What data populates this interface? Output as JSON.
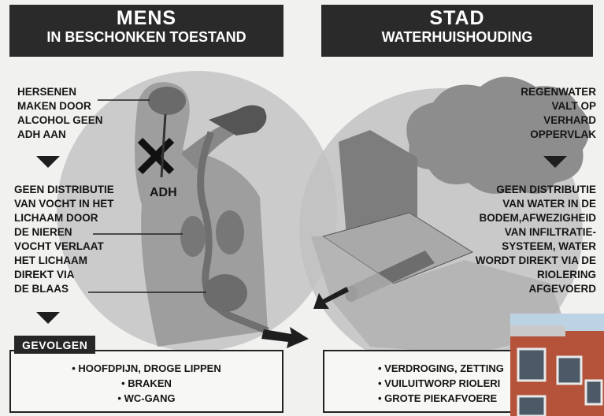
{
  "left_panel": {
    "title": "MENS",
    "subtitle": "IN BESCHONKEN TOESTAND",
    "hersenen_label": [
      "HERSENEN",
      "MAKEN DOOR",
      "ALCOHOL GEEN",
      "ADH AAN"
    ],
    "adh_label": "ADH",
    "distributie_label": [
      "GEEN DISTRIBUTIE",
      "VAN VOCHT IN HET",
      "LICHAAM DOOR"
    ],
    "nieren_prefix": "DE",
    "nieren_word": "NIEREN",
    "vocht_label": [
      "VOCHT VERLAAT",
      "HET LICHAAM",
      "DIREKT VIA"
    ],
    "blaas_prefix": "DE",
    "blaas_word": "BLAAS",
    "gevolgen_title": "GEVOLGEN",
    "gevolgen_items": [
      "HOOFDPIJN, DROGE LIPPEN",
      "BRAKEN",
      "WC-GANG"
    ]
  },
  "right_panel": {
    "title": "STAD",
    "subtitle": "WATERHUISHOUDING",
    "regenwater_label": [
      "REGENWATER",
      "VALT OP",
      "VERHARD",
      "OPPERVLAK"
    ],
    "distributie_lines": [
      "GEEN DISTRIBUTIE",
      "VAN WATER IN DE",
      "BODEM,AFWEZIGHEID"
    ],
    "infiltratie_prefix": "VAN",
    "infiltratie_word": "INFILTRATIE-",
    "systeem_word": "SYSTEEM,",
    "systeem_suffix": "WATER",
    "direkt_line": "WORDT DIREKT VIA DE",
    "riolering_word": "RIOLERING",
    "afgevoerd_line": "AFGEVOERD",
    "gevolgen_items": [
      "VERDROGING, ZETTING",
      "VUILUITWORP RIOLERI",
      "GROTE PIEKAFVOERE"
    ]
  },
  "colors": {
    "banner": "#2a2a2a",
    "background": "#f1f1ef",
    "halftone": "#b9b9b9"
  }
}
